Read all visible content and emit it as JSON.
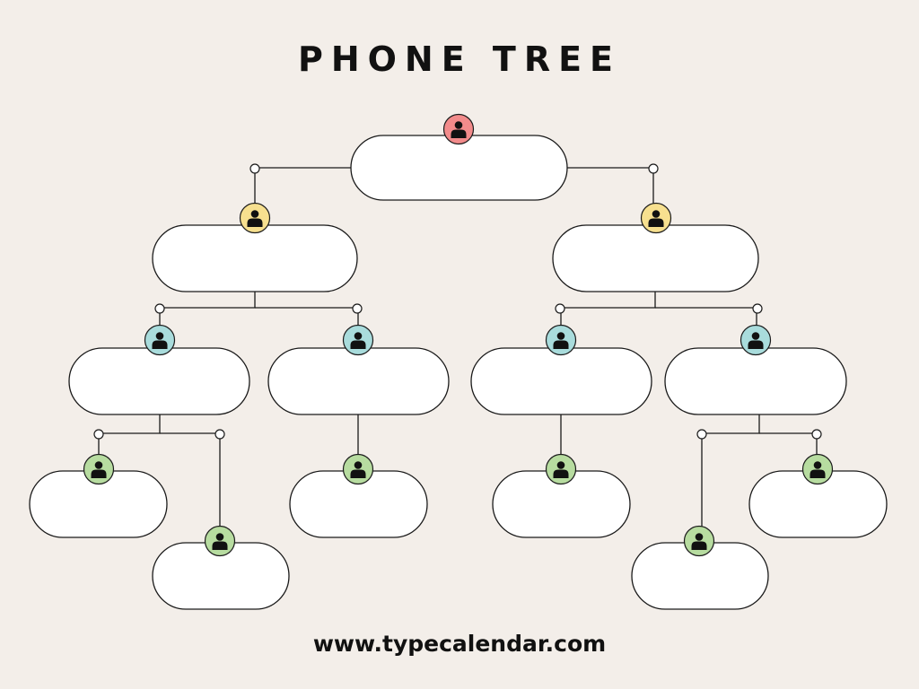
{
  "title": "PHONE TREE",
  "footer": "www.typecalendar.com",
  "icon": "person-icon",
  "colors": {
    "background": "#f3eee9",
    "box_fill": "#ffffff",
    "stroke": "#1a1a1a",
    "level_1": "#f28b8b",
    "level_2": "#f7e08f",
    "level_3": "#a9dcdc",
    "level_4": "#b7dca0"
  },
  "tree": {
    "levels": 4,
    "nodes": [
      {
        "id": "root",
        "level": 1
      },
      {
        "id": "l2-left",
        "level": 2,
        "parent": "root"
      },
      {
        "id": "l2-right",
        "level": 2,
        "parent": "root"
      },
      {
        "id": "l3-a",
        "level": 3,
        "parent": "l2-left"
      },
      {
        "id": "l3-b",
        "level": 3,
        "parent": "l2-left"
      },
      {
        "id": "l3-c",
        "level": 3,
        "parent": "l2-right"
      },
      {
        "id": "l3-d",
        "level": 3,
        "parent": "l2-right"
      },
      {
        "id": "l4-a1",
        "level": 4,
        "parent": "l3-a"
      },
      {
        "id": "l4-a2",
        "level": 4,
        "parent": "l3-a"
      },
      {
        "id": "l4-b1",
        "level": 4,
        "parent": "l3-b"
      },
      {
        "id": "l4-c1",
        "level": 4,
        "parent": "l3-c"
      },
      {
        "id": "l4-d1",
        "level": 4,
        "parent": "l3-d"
      },
      {
        "id": "l4-d2",
        "level": 4,
        "parent": "l3-d"
      }
    ]
  }
}
